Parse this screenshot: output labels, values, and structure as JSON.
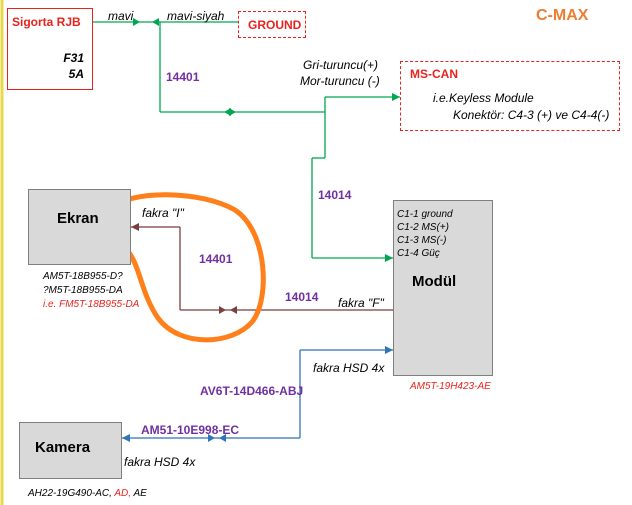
{
  "title": "C-MAX",
  "fuse_box": {
    "title": "Sigorta RJB",
    "fuse": "F31",
    "amp": "5A"
  },
  "ground_box": {
    "label": "GROUND"
  },
  "wire_labels": {
    "mavi": "mavi",
    "mavi_siyah": "mavi-siyah"
  },
  "mscan": {
    "title": "MS-CAN",
    "line1": "i.e.Keyless Module",
    "line2": "Konektör: C4-3 (+) ve C4-4(-)",
    "gri": "Gri-turuncu(+)",
    "mor": "Mor-turuncu (-)"
  },
  "connectors": {
    "c14401_top": "14401",
    "c14014_top": "14014",
    "c14401_mid": "14401",
    "c14014_mid": "14014"
  },
  "ekran": {
    "title": "Ekran",
    "part1": "AM5T-18B955-D?",
    "part2": "?M5T-18B955-DA",
    "part3": "i.e.  FM5T-18B955-DA"
  },
  "fakra_i": "fakra \"I\"",
  "fakra_f": "fakra \"F\"",
  "modul": {
    "title": "Modül",
    "pins": [
      "C1-1 ground",
      "C1-2 MS(+)",
      "C1-3 MS(-)",
      "C1-4 Güç"
    ],
    "part": "AM5T-19H423-AE"
  },
  "fakra_hsd_right": "fakra HSD 4x",
  "av6t": "AV6T-14D466-ABJ",
  "am51": "AM51-10E998-EC",
  "kamera": {
    "title": "Kamera",
    "hsd": "fakra HSD 4x",
    "part_a": "AH22-19G490-AC,",
    "part_b": "AD,",
    "part_c": "AE"
  },
  "colors": {
    "green": "#00a651",
    "brown": "#7b3f3f",
    "blue": "#2f75b5",
    "orange_outline": "#ff7f1a",
    "yellow_edge": "#e8d84a",
    "red": "#e8231e",
    "purple": "#7030a0"
  }
}
